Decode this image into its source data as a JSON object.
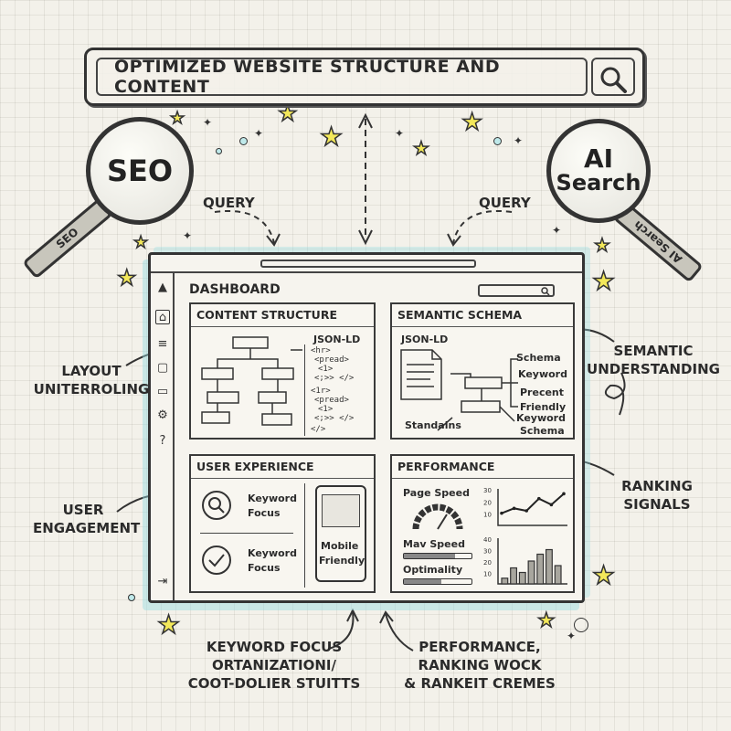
{
  "header": {
    "title": "OPTIMIZED WEBSITE STRUCTURE AND CONTENT"
  },
  "lenses": {
    "seo": {
      "label": "SEO",
      "handle_label": "SEO"
    },
    "ai": {
      "label_line1": "AI",
      "label_line2": "Search",
      "handle_label": "AI Search"
    }
  },
  "arrows": {
    "left_label": "QUERY",
    "right_label": "QUERY"
  },
  "callouts": {
    "layout_line1": "LAYOUT",
    "layout_line2": "UNITERROLING",
    "semantic_line1": "SEMANTIC",
    "semantic_line2": "UNDERSTANDING",
    "user_line1": "USER",
    "user_line2": "ENGAGEMENT",
    "ranking_line1": "RANKING",
    "ranking_line2": "SIGNALS",
    "bottom_left_line1": "KEYWORD FOCUS",
    "bottom_left_line2": "ORTANIZATIONI/",
    "bottom_left_line3": "COOT-DOLIER STUITTS",
    "bottom_right_line1": "PERFORMANCE,",
    "bottom_right_line2": "RANKING WOCK",
    "bottom_right_line3": "& RANKEIT CREMES"
  },
  "dashboard": {
    "title": "DASHBOARD",
    "sidebar_icons": [
      "logo-icon",
      "home-icon",
      "list-icon",
      "file-icon",
      "folder-icon",
      "gear-icon",
      "help-icon",
      "logout-icon"
    ],
    "content_structure": {
      "title": "CONTENT STRUCTURE",
      "code_label": "JSON-LD",
      "code_lines": [
        "<hr>",
        "<pread>",
        "<1>",
        "<;>> </>",
        "<1r>",
        "<pread>",
        "<1>",
        "<;>> </>",
        "</>"
      ]
    },
    "semantic_schema": {
      "title": "SEMANTIC SCHEMA",
      "code_label": "JSON-LD",
      "labels": [
        "Schema",
        "Keyword",
        "Precent",
        "Friendly",
        "Standains",
        "Keyword",
        "Schema"
      ]
    },
    "user_experience": {
      "title": "USER EXPERIENCE",
      "item1_line1": "Keyword",
      "item1_line2": "Focus",
      "item2_line1": "Keyword",
      "item2_line2": "Focus",
      "mobile_line1": "Mobile",
      "mobile_line2": "Friendly"
    },
    "performance": {
      "title": "PERFORMANCE",
      "page_speed_label": "Page Speed",
      "mav_speed_label": "Mav Speed",
      "optimality_label": "Optimality",
      "mav_speed_level": 0.75,
      "optimality_level": 0.55,
      "line_chart": {
        "type": "line",
        "y_ticks": [
          "30",
          "20",
          "10"
        ],
        "values": [
          10,
          14,
          12,
          22,
          17,
          26
        ]
      },
      "bar_chart": {
        "type": "bar",
        "y_ticks": [
          "40",
          "30",
          "20",
          "10"
        ],
        "values": [
          5,
          14,
          10,
          20,
          26,
          30,
          16
        ]
      }
    }
  },
  "colors": {
    "highlight": "#f3e85a",
    "accent_glow": "#96dce1",
    "ink": "#333333"
  }
}
